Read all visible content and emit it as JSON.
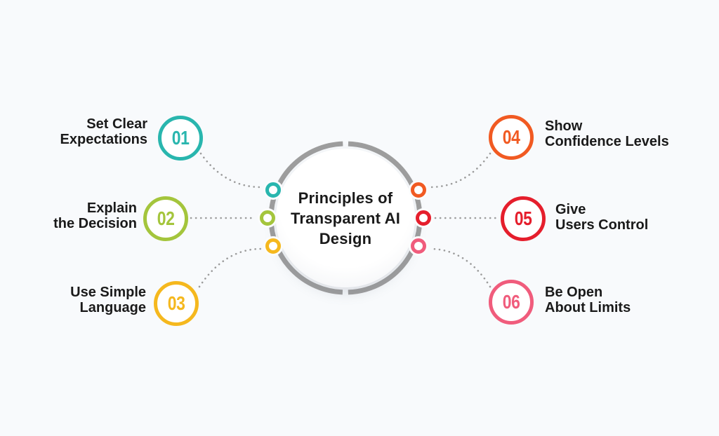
{
  "title": {
    "lines": [
      "Principles of",
      "Transparent AI",
      "Design"
    ]
  },
  "theme": {
    "background": "#f8fafc",
    "text_color": "#1a1a1a",
    "ring_color": "#9e9e9e",
    "connector_color": "#9c9c9c"
  },
  "items": [
    {
      "number": "01",
      "color": "#29b6ae",
      "label_lines": [
        "Set Clear",
        "Expectations"
      ]
    },
    {
      "number": "02",
      "color": "#a4c53c",
      "label_lines": [
        "Explain",
        "the Decision"
      ]
    },
    {
      "number": "03",
      "color": "#f5b81e",
      "label_lines": [
        "Use Simple",
        "Language"
      ]
    },
    {
      "number": "04",
      "color": "#f15a22",
      "label_lines": [
        "Show",
        "Confidence Levels"
      ]
    },
    {
      "number": "05",
      "color": "#e51e2c",
      "label_lines": [
        "Give",
        "Users Control"
      ]
    },
    {
      "number": "06",
      "color": "#f05c7c",
      "label_lines": [
        "Be Open",
        "About Limits"
      ]
    }
  ]
}
